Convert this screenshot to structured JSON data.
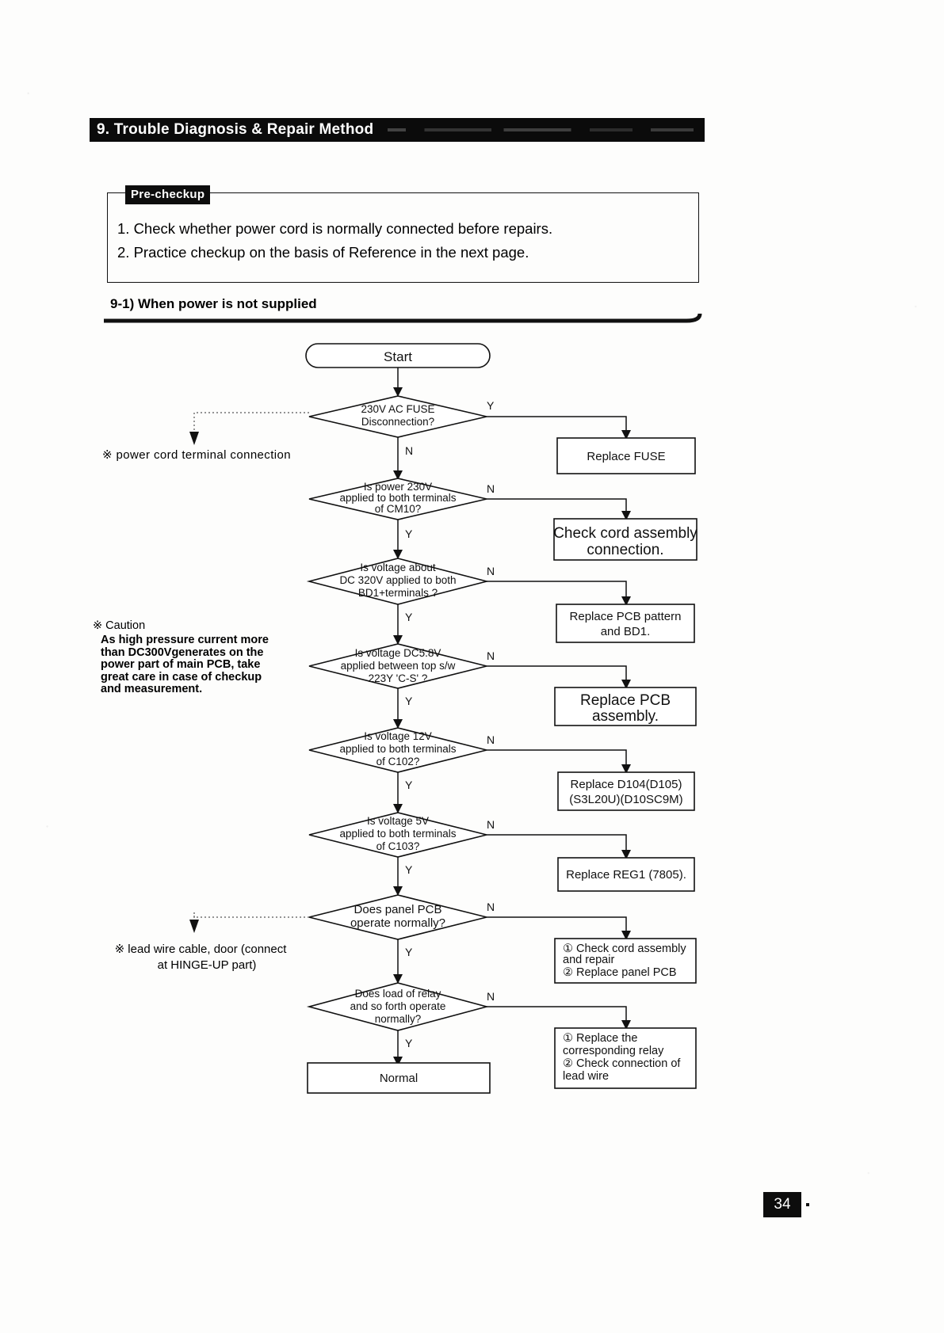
{
  "chapter": {
    "title": "9. Trouble Diagnosis & Repair Method"
  },
  "precheckup": {
    "tag": "Pre-checkup",
    "items": [
      "1. Check whether power cord is normally connected before repairs.",
      "2. Practice checkup on the basis of Reference in the next page."
    ]
  },
  "section": {
    "title": "9-1) When  power is not supplied"
  },
  "annotations": {
    "power_cord_note": "power  cord   terminal  connection",
    "power_cord_marker": "※",
    "caution_marker": "※ Caution",
    "caution_lines": [
      "As  high pressure   current more",
      "than  DC300Vgenerates   on the",
      "power part of main PCB, take",
      "great care in case of checkup",
      "and measurement."
    ],
    "lead_wire_note_line1": "※ lead wire cable, door (connect",
    "lead_wire_note_line2": "at HINGE-UP part)"
  },
  "flowchart": {
    "type": "flowchart",
    "start_label": "Start",
    "end_label": "Normal",
    "yes_label": "Y",
    "no_label": "N",
    "steps": [
      {
        "id": "fuse",
        "question": [
          "230V AC FUSE",
          "Disconnection?"
        ],
        "branch_label": "Y",
        "action": [
          "Replace FUSE"
        ]
      },
      {
        "id": "cm10",
        "question": [
          "Is power 230V",
          "applied to both terminals",
          "of CM10?"
        ],
        "branch_label": "N",
        "action": [
          "Check cord assembly",
          "connection."
        ]
      },
      {
        "id": "bd1",
        "question": [
          "Is voltage about",
          "DC 320V applied to both",
          "BD1+terminals ?"
        ],
        "branch_label": "N",
        "action": [
          "Replace PCB pattern",
          "and BD1."
        ]
      },
      {
        "id": "dc58",
        "question": [
          "Is voltage DC5.8V",
          "applied between top s/w",
          "223Y  'C-S' ?"
        ],
        "branch_label": "N",
        "action": [
          "Replace PCB",
          "assembly."
        ]
      },
      {
        "id": "c102",
        "question": [
          "Is voltage 12V",
          "applied to both terminals",
          "of C102?"
        ],
        "branch_label": "N",
        "action": [
          "Replace D104(D105)",
          "(S3L20U)(D10SC9M)"
        ]
      },
      {
        "id": "c103",
        "question": [
          "Is  voltage 5V",
          "applied to both terminals",
          "of C103?"
        ],
        "branch_label": "N",
        "action": [
          "Replace REG1 (7805)."
        ]
      },
      {
        "id": "panel",
        "question": [
          "Does panel PCB",
          "operate normally?"
        ],
        "branch_label": "N",
        "action": [
          "① Check  cord assembly",
          "   and repair",
          "② Replace  panel PCB"
        ]
      },
      {
        "id": "relay",
        "question": [
          "Does load of relay",
          "and so forth operate",
          "normally?"
        ],
        "branch_label": "N",
        "action": [
          "① Replace the",
          "   corresponding relay",
          "② Check connection of",
          "   lead wire"
        ]
      }
    ]
  },
  "footer": {
    "page_number": "34"
  }
}
